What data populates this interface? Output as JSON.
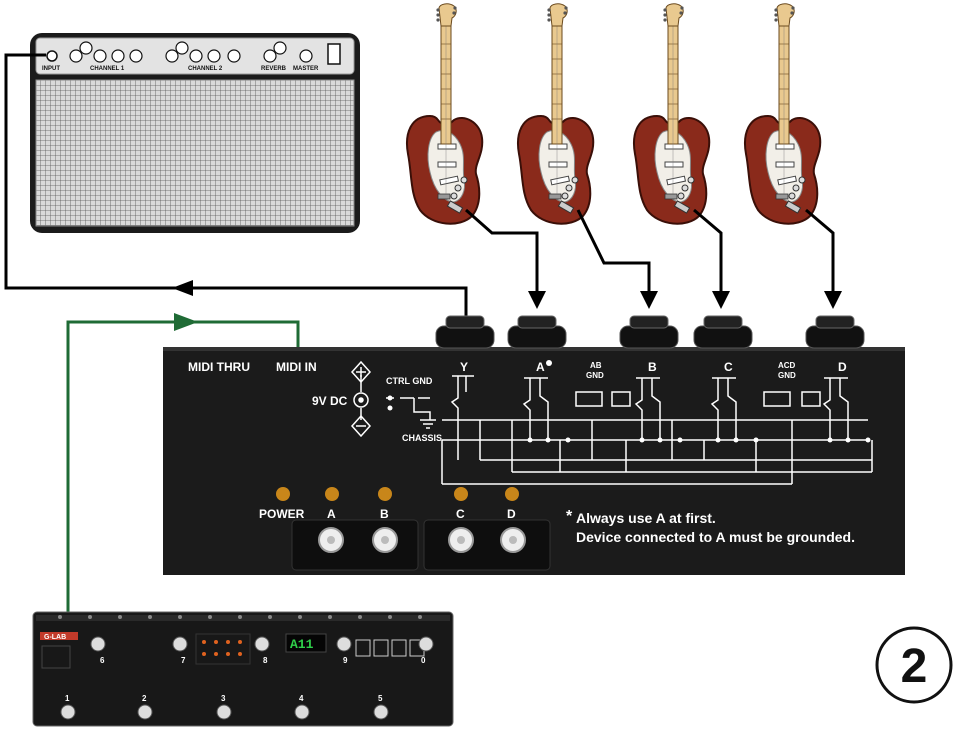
{
  "amp": {
    "input_label": "INPUT",
    "channel1_label": "CHANNEL 1",
    "channel2_label": "CHANNEL 2",
    "reverb_label": "REVERB",
    "master_label": "MASTER"
  },
  "switcher": {
    "midi_thru": "MIDI THRU",
    "midi_in": "MIDI IN",
    "dc_label": "9V DC",
    "ctrl_gnd": "CTRL GND",
    "chassis": "CHASSIS",
    "jack_labels": [
      "Y",
      "A",
      "B",
      "C",
      "D"
    ],
    "ab_gnd_1": "AB",
    "ab_gnd_2": "GND",
    "acd_gnd_1": "ACD",
    "acd_gnd_2": "GND",
    "power_label": "POWER",
    "button_labels": [
      "A",
      "B",
      "C",
      "D"
    ],
    "note_line1": "Always use A at first.",
    "note_line2": "Device connected to A must be grounded.",
    "note_bullet": "*"
  },
  "controller": {
    "brand": "G-LAB",
    "display": "A11",
    "top_numbers": [
      "6",
      "7",
      "8",
      "9",
      "0"
    ],
    "bottom_numbers": [
      "1",
      "2",
      "3",
      "4",
      "5"
    ]
  },
  "step_number": "2",
  "colors": {
    "midi_cable": "#1f6b35",
    "guitar_body": "#8a2a1b",
    "guitar_pickguard": "#f2efe8",
    "box": "#1b1b1b",
    "led": "#c8861a"
  }
}
